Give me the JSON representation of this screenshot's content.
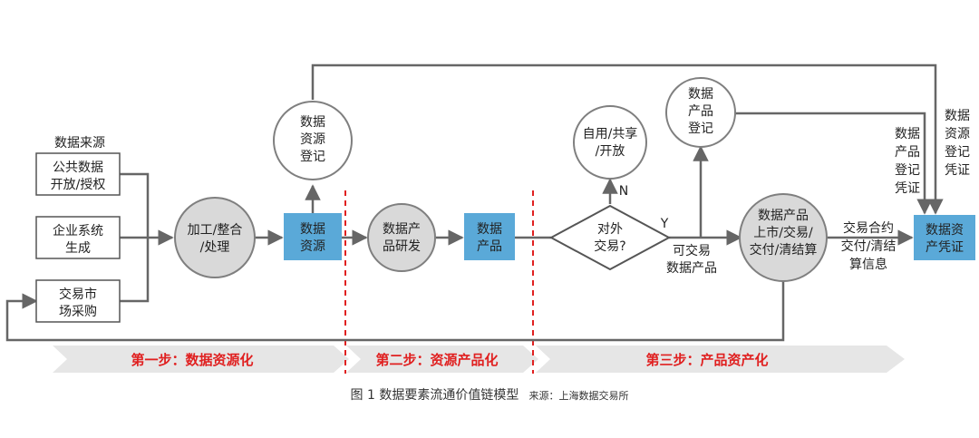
{
  "nodes": {
    "data_sources_title": "数据来源",
    "source_public": [
      "公共数据",
      "开放/授权"
    ],
    "source_enterprise": [
      "企业系统",
      "生成"
    ],
    "source_market": [
      "交易市",
      "场采购"
    ],
    "process": [
      "加工/整合",
      "/处理"
    ],
    "data_resource": [
      "数据",
      "资源"
    ],
    "resource_registration": [
      "数据",
      "资源",
      "登记"
    ],
    "product_dev": [
      "数据产",
      "品研发"
    ],
    "data_product": [
      "数据",
      "产品"
    ],
    "decision": [
      "对外",
      "交易?"
    ],
    "yes_label": "Y",
    "no_label": "N",
    "self_use": [
      "自用/共享",
      "/开放"
    ],
    "product_registration": [
      "数据",
      "产品",
      "登记"
    ],
    "tradable_label": [
      "可交易",
      "数据产品"
    ],
    "market_ops": [
      "数据产品",
      "上市/交易/",
      "交付/清结算"
    ],
    "contract_label": [
      "交易合约",
      "交付/清结",
      "算信息"
    ],
    "product_reg_cert_label": [
      "数据",
      "产品",
      "登记",
      "凭证"
    ],
    "resource_reg_cert_label": [
      "数据",
      "资源",
      "登记",
      "凭证"
    ],
    "asset_certificate": [
      "数据资",
      "产凭证"
    ]
  },
  "steps": [
    "第一步：数据资源化",
    "第二步：资源产品化",
    "第三步：产品资产化"
  ],
  "caption": {
    "title": "图 1 数据要素流通价值链模型",
    "source": "来源：上海数据交易所"
  },
  "colors": {
    "circle_fill": "#d9d9d9",
    "circle_stroke": "#7f7f7f",
    "blue_box": "#5aa9d8",
    "arrow": "#666666",
    "step_band": "#e6e6e6",
    "step_text": "#e02020",
    "dashed_divider": "#e02020"
  }
}
